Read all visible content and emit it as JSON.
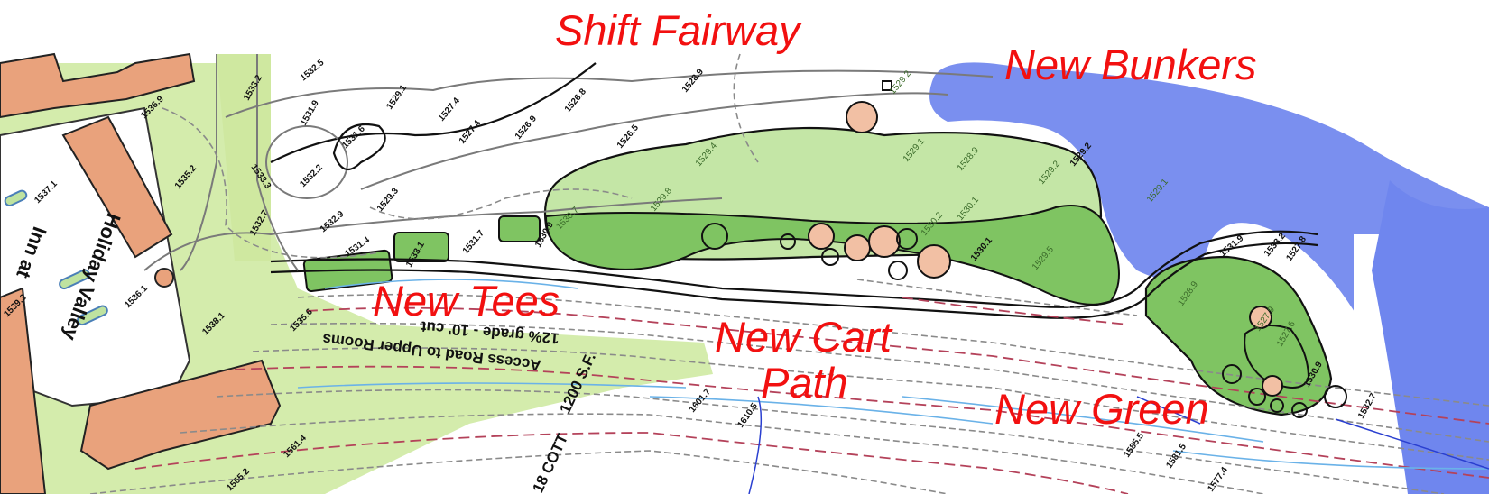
{
  "annotations": {
    "shift_fairway": "Shift Fairway",
    "new_bunkers": "New Bunkers",
    "new_tees": "New Tees",
    "new_cart_path_line1": "New Cart",
    "new_cart_path_line2": "Path",
    "new_green": "New Green"
  },
  "building": {
    "line1": "Holiday Valley",
    "line2": "Inn at"
  },
  "road": {
    "name": "Access Road to Upper Rooms",
    "grade": "12% grade - 10' cut"
  },
  "cottages": {
    "line1": "18 COTT",
    "line2": "1200 S.F."
  },
  "spot_elevations": [
    "1532.5",
    "1533.2",
    "1536.9",
    "1531.9",
    "1531.6",
    "1533.3",
    "1532.2",
    "1535.2",
    "1537.1",
    "1539.3",
    "1532.7",
    "1532.9",
    "1531.4",
    "1536.1",
    "1538.1",
    "1535.6",
    "1561.4",
    "1565.2",
    "1529.1",
    "1527.4",
    "1527.4",
    "1526.8",
    "1526.9",
    "1526.5",
    "1528.9",
    "1529.3",
    "1531.7",
    "1533.1",
    "1530.9",
    "1529.2",
    "1529.8",
    "1530.7",
    "1529.4",
    "1529.1",
    "1528.9",
    "1529.2",
    "1530.1",
    "1530.2",
    "1530.1",
    "1529.5",
    "1529.2",
    "1529.1",
    "1531.9",
    "1533.2",
    "1527.8",
    "1528.9",
    "1527.9",
    "1527.6",
    "1530.9",
    "1532.7",
    "1601.7",
    "1610.5",
    "1585.5",
    "1581.5",
    "1577.4"
  ],
  "colors": {
    "annotation": "#f21010",
    "building": "#e9a27c",
    "lawn": "#d4ecac",
    "fairway": "#c4e6a6",
    "fairway_dark": "#7fc462",
    "water": "#6f86ee",
    "tree": "#f2c0a4"
  }
}
